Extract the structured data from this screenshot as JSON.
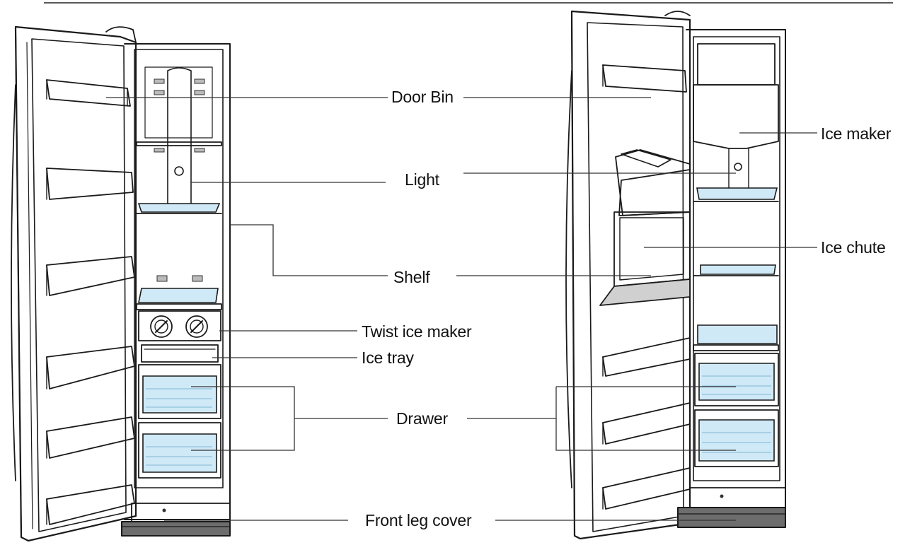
{
  "labels": {
    "door_bin": "Door Bin",
    "light": "Light",
    "shelf": "Shelf",
    "twist_ice_maker": "Twist ice maker",
    "ice_tray": "Ice tray",
    "drawer": "Drawer",
    "front_leg_cover": "Front leg cover",
    "ice_maker": "Ice maker",
    "ice_chute": "Ice chute"
  },
  "colors": {
    "line": "#1a1a1a",
    "glass": "#cfe9f7",
    "panel": "#f4f4f4"
  }
}
